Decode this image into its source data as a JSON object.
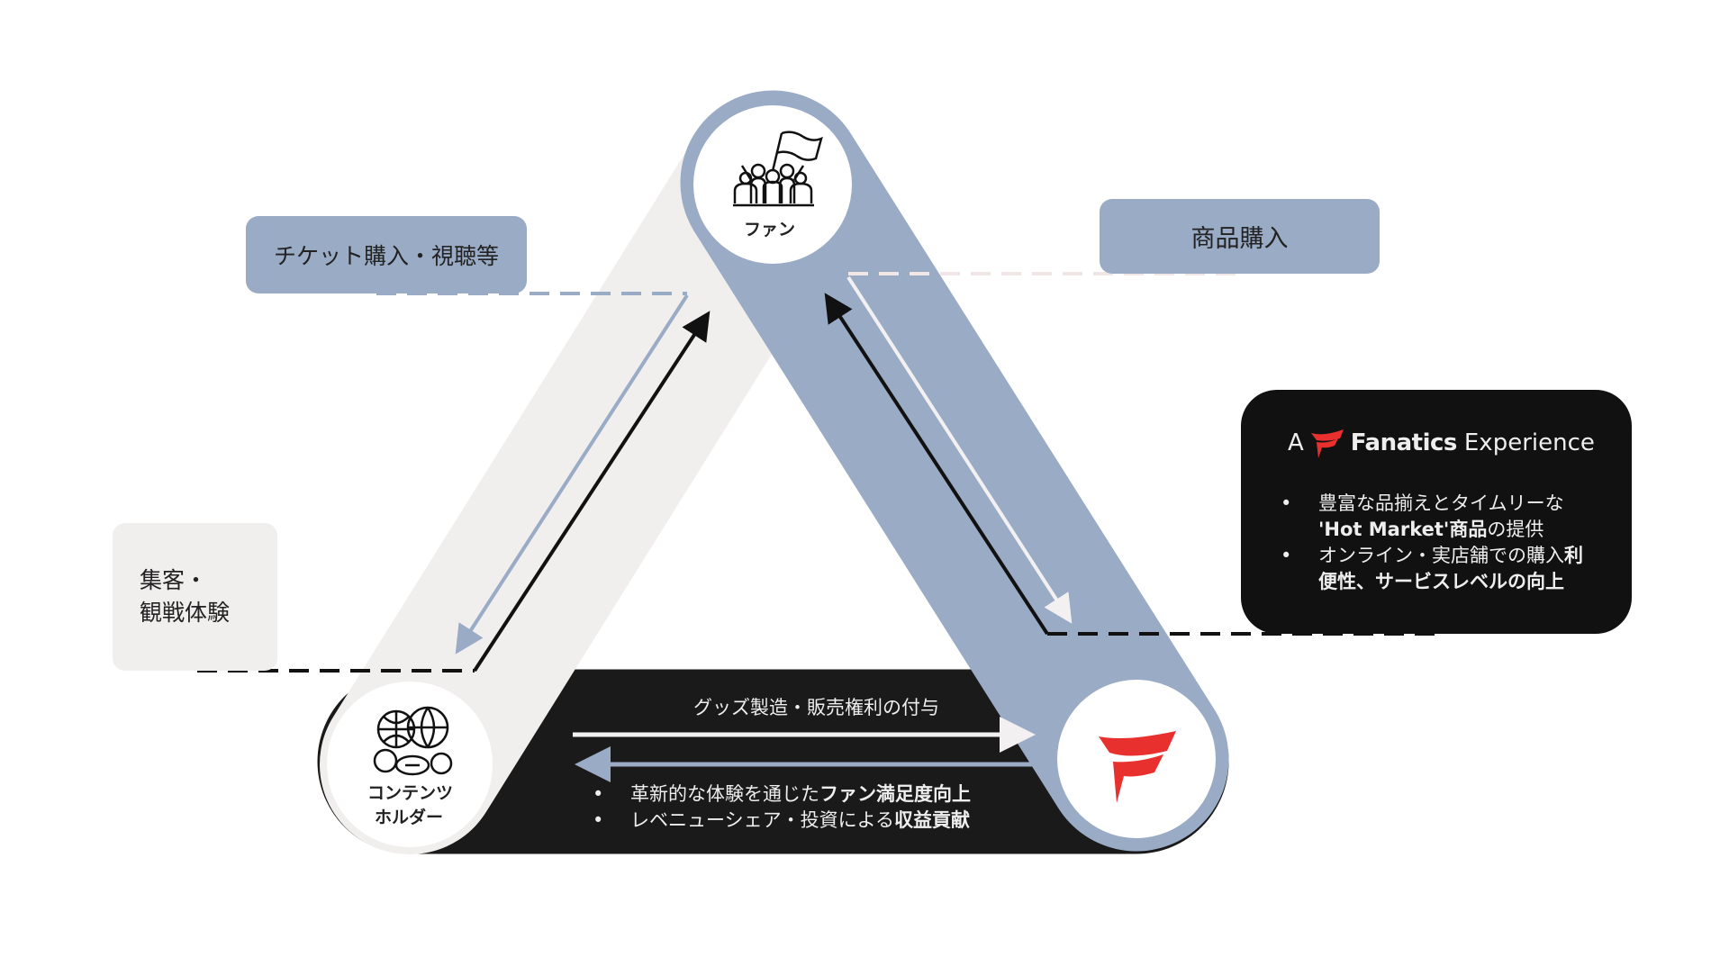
{
  "nodes": {
    "fan": "ファン",
    "content_holder_line1": "コンテンツ",
    "content_holder_line2": "ホルダー"
  },
  "boxes": {
    "ticket": "チケット購入・視聴等",
    "product": "商品購入",
    "attract_line1": "集客・",
    "attract_line2": "観戦体験"
  },
  "fanatics_box": {
    "logo_prefix": "A",
    "logo_name": "Fanatics",
    "logo_suffix": "Experience",
    "bullet1_line1": "豊富な品揃えとタイムリーな",
    "bullet1_line2_bold": "'Hot Market'商品",
    "bullet1_line2_rest": "の提供",
    "bullet2_line1": "オンライン・実店舗での購入",
    "bullet2_line1_bold": "利",
    "bullet2_line2": "便性、サービスレベルの向上"
  },
  "bottom_band": {
    "arrow_label": "グッズ製造・販売権利の付与",
    "bullet1_plain": "革新的な体験を通じた",
    "bullet1_bold": "ファン満足度向上",
    "bullet2_plain": "レベニューシェア・投資による",
    "bullet2_bold": "収益貢献"
  },
  "bullet": "•",
  "colors": {
    "blue_band": "#9aabc6",
    "gray_band": "#f1eeee",
    "black_band": "#1a1a1a",
    "fanatics_red": "#e8312f"
  }
}
